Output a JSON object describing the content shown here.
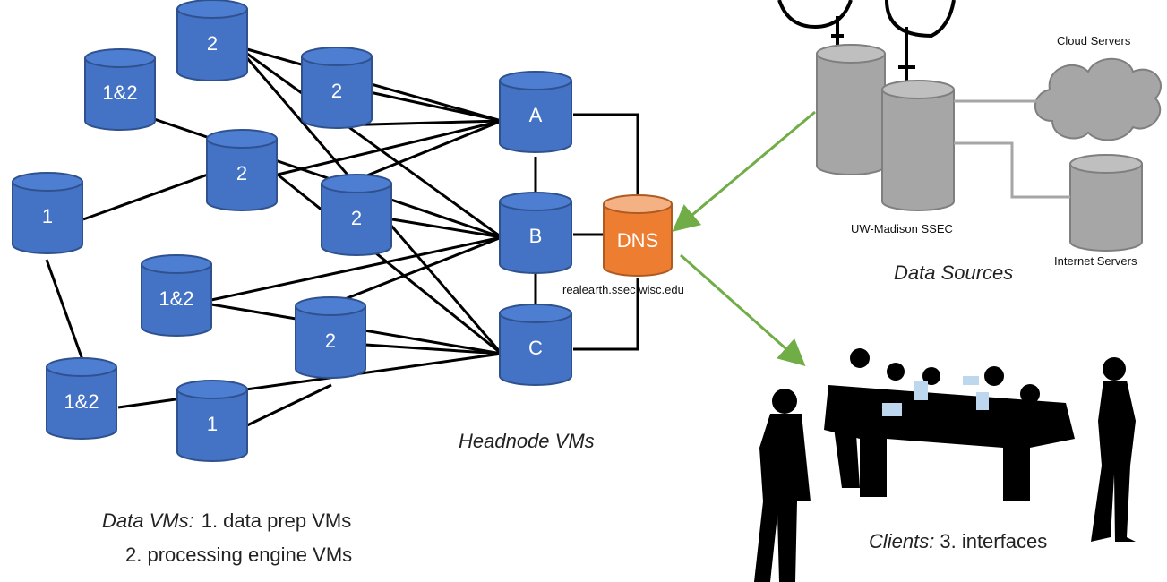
{
  "data_vms": [
    {
      "id": "d1",
      "label": "2"
    },
    {
      "id": "d2",
      "label": "1&2"
    },
    {
      "id": "d3",
      "label": "2"
    },
    {
      "id": "d4",
      "label": "2"
    },
    {
      "id": "d5",
      "label": "1"
    },
    {
      "id": "d6",
      "label": "2"
    },
    {
      "id": "d7",
      "label": "1&2"
    },
    {
      "id": "d8",
      "label": "2"
    },
    {
      "id": "d9",
      "label": "1&2"
    },
    {
      "id": "d10",
      "label": "1"
    }
  ],
  "headnodes": [
    {
      "id": "A",
      "label": "A"
    },
    {
      "id": "B",
      "label": "B"
    },
    {
      "id": "C",
      "label": "C"
    }
  ],
  "dns": {
    "label": "DNS",
    "host": "realearth.ssec.wisc.edu",
    "color": "#ed7d31"
  },
  "sources": {
    "ssec": "UW-Madison SSEC",
    "cloud": "Cloud Servers",
    "internet": "Internet Servers",
    "title": "Data Sources"
  },
  "captions": {
    "headnode": "Headnode VMs",
    "data_vms_italic": "Data VMs:",
    "data_vms_line1": "1. data prep VMs",
    "data_vms_line2": "2. processing engine VMs",
    "clients_italic": "Clients:",
    "clients_rest": "3. interfaces"
  },
  "colors": {
    "vm_blue": "#4472c4",
    "vm_border": "#2f528f",
    "server_gray": "#a6a6a6",
    "arrow_green": "#70ad47"
  }
}
